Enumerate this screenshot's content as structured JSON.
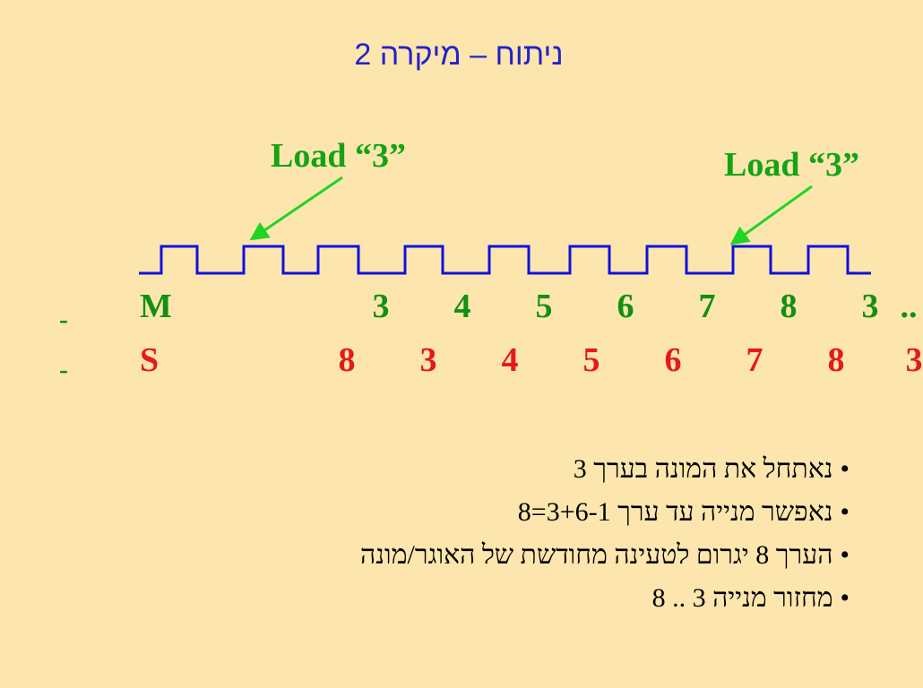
{
  "title": "ניתוח – מיקרה 2",
  "annotations": {
    "load_left": "Load “3”",
    "load_right": "Load “3”"
  },
  "rows": {
    "m_label": "M",
    "m_values": [
      "3",
      "4",
      "5",
      "6",
      "7",
      "8",
      "3",
      ".."
    ],
    "s_label": "S",
    "s_values": [
      "8",
      "3",
      "4",
      "5",
      "6",
      "7",
      "8",
      "3"
    ]
  },
  "side_marks": [
    "-",
    "-"
  ],
  "bullets": [
    "נאתחל את המונה בערך 3",
    "נאפשר מנייה עד ערך 3+6-1=8",
    "הערך 8 יגרום לטעינה מחודשת של האוגר/מונה",
    "מחזור מנייה 3 .. 8"
  ],
  "bullet_marker": "•",
  "colors": {
    "background": "#FCE6AE",
    "title": "#2323C9",
    "waveform": "#1111E0",
    "m_row": "#129012",
    "s_row": "#E51A1A",
    "load": "#15A315",
    "arrow": "#22D422"
  }
}
